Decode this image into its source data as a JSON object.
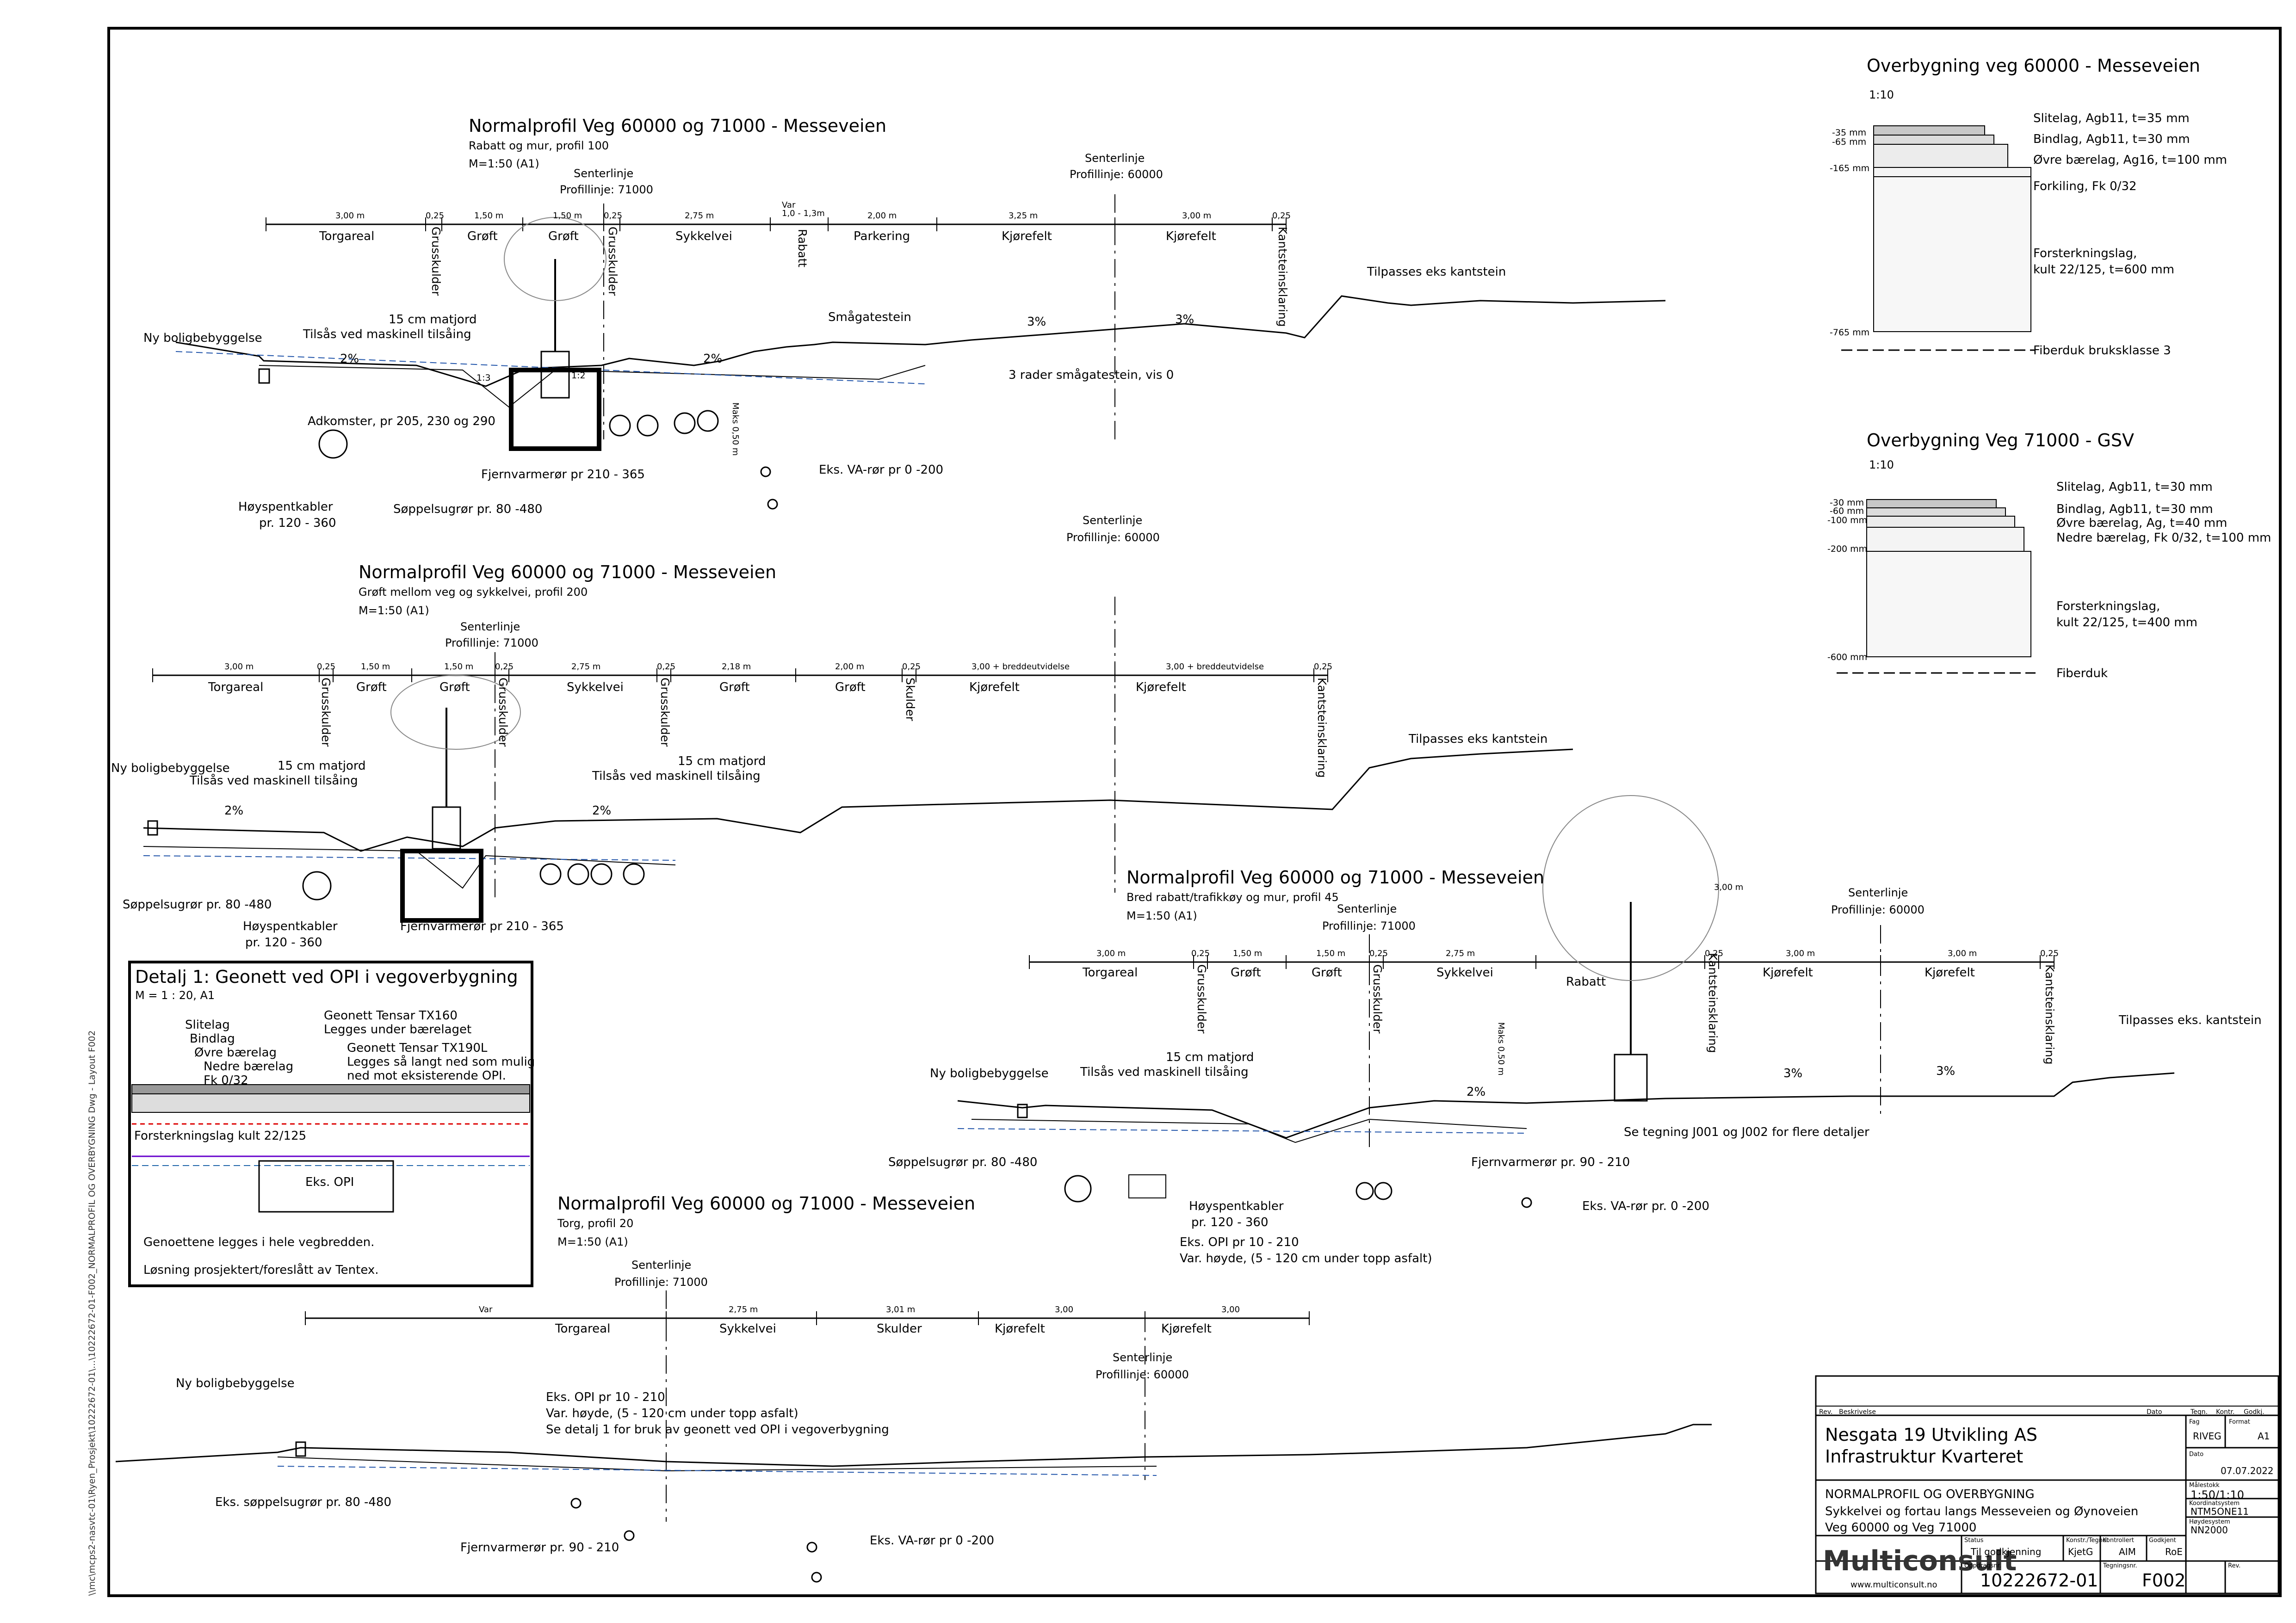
{
  "side_text": "\\\\mc\\mcps2-nasvtc-01\\Ryen_Prosjekt\\10222672-01\\...\\10222672-01-F002_NORMALPROFIL OG OVERBYGNING Dwg - Layout F002",
  "profile100": {
    "title": "Normalprofil Veg 60000 og 71000 - Messeveien",
    "sub1": "Rabatt og mur, profil 100",
    "sub2": "M=1:50 (A1)",
    "center1": "Senterlinje",
    "center1b": "Profillinje: 71000",
    "center2": "Senterlinje",
    "center2b": "Profillinje: 60000",
    "dims": [
      "3,00 m",
      "0,25",
      "1,50 m",
      "1,50 m",
      "0,25",
      "2,75 m",
      "Var\n1,0 - 1,3m",
      "2,00 m",
      "3,25 m",
      "3,00 m",
      "0,25"
    ],
    "zones": [
      "Torgareal",
      "Grøft",
      "Grøft",
      "Sykkelvei",
      "Parkering",
      "Kjørefelt",
      "Kjørefelt"
    ],
    "verts": [
      "Grusskulder",
      "Grusskulder",
      "Rabatt",
      "Kantsteinsklaring"
    ],
    "notes": {
      "ny_bolig": "Ny boligbebyggelse",
      "matjord": "15 cm matjord",
      "tilsaas": "Tilsås ved maskinell tilsåing",
      "smaagate": "Smågatestein",
      "tilpasses": "Tilpasses eks kantstein",
      "tre_rader": "3 rader smågatestein, vis 0",
      "adkomster": "Adkomster, pr 205, 230 og 290",
      "fjernvarme": "Fjernvarmerør pr 210 - 365",
      "eks_va": "Eks. VA-rør pr 0 -200",
      "hoyspent": "Høyspentkabler",
      "hoyspent_pr": "pr. 120 - 360",
      "soppel": "Søppelsugrør pr. 80 -480",
      "maks": "Maks 0,50 m",
      "pct1": "3%",
      "pct2": "3%",
      "pct3": "2%",
      "pct4": "2%",
      "slope1": "1:3",
      "slope2": "1:2"
    }
  },
  "profile200": {
    "title": "Normalprofil Veg 60000 og 71000 - Messeveien",
    "sub1": "Grøft mellom veg og sykkelvei, profil 200",
    "sub2": "M=1:50 (A1)",
    "center1": "Senterlinje",
    "center1b": "Profillinje: 71000",
    "center2": "Senterlinje",
    "center2b": "Profillinje: 60000",
    "dims": [
      "3,00 m",
      "0,25",
      "1,50 m",
      "1,50 m",
      "0,25",
      "2,75 m",
      "0,25",
      "2,18 m",
      "2,00 m",
      "0,25",
      "3,00 + breddeutvidelse",
      "3,00 + breddeutvidelse",
      "0,25"
    ],
    "zones": [
      "Torgareal",
      "Grøft",
      "Grøft",
      "Sykkelvei",
      "Grøft",
      "Grøft",
      "Kjørefelt",
      "Kjørefelt"
    ],
    "verts": [
      "Grusskulder",
      "Grusskulder",
      "Grusskulder",
      "Skulder",
      "Kantsteinsklaring"
    ],
    "notes": {
      "ny_bolig": "Ny boligbebyggelse",
      "matjord1": "15 cm matjord",
      "tilsaas1": "Tilsås ved maskinell tilsåing",
      "matjord2": "15 cm matjord",
      "tilsaas2": "Tilsås ved maskinell tilsåing",
      "tilpasses": "Tilpasses eks kantstein",
      "soppel": "Søppelsugrør pr. 80 -480",
      "hoyspent": "Høyspentkabler",
      "hoyspent_pr": "pr. 120 - 360",
      "fjernvarme": "Fjernvarmerør pr 210 - 365",
      "pct1": "2%",
      "pct2": "2%"
    }
  },
  "profile45": {
    "title": "Normalprofil Veg 60000 og 71000 - Messeveien",
    "sub1": "Bred rabatt/trafikkøy og mur, profil 45",
    "sub2": "M=1:50 (A1)",
    "center1": "Senterlinje",
    "center1b": "Profillinje: 71000",
    "center2": "Senterlinje",
    "center2b": "Profillinje: 60000",
    "dims": [
      "3,00 m",
      "0,25",
      "1,50 m",
      "1,50 m",
      "0,25",
      "2,75 m",
      "3,00 m",
      "0,25",
      "3,00 m",
      "3,00 m",
      "0,25"
    ],
    "zones": [
      "Torgareal",
      "Grøft",
      "Grøft",
      "Sykkelvei",
      "Rabatt",
      "Kjørefelt",
      "Kjørefelt"
    ],
    "verts": [
      "Grusskulder",
      "Grusskulder",
      "Kantsteinsklaring",
      "Kantsteinsklaring"
    ],
    "notes": {
      "ny_bolig": "Ny boligbebyggelse",
      "matjord": "15 cm matjord",
      "tilsaas": "Tilsås ved maskinell tilsåing",
      "tilpasses": "Tilpasses eks. kantstein",
      "se_tegning": "Se tegning J001 og J002 for flere detaljer",
      "fjernvarme": "Fjernvarmerør pr. 90 - 210",
      "soppel": "Søppelsugrør pr. 80 -480",
      "hoyspent": "Høyspentkabler",
      "hoyspent_pr": "pr. 120 - 360",
      "eks_opi": "Eks. OPI pr 10 - 210",
      "var_hoyde": "Var. høyde, (5 - 120 cm under topp asfalt)",
      "eks_va": "Eks. VA-rør pr. 0 -200",
      "maks": "Maks 0,50 m",
      "pct1": "2%",
      "pct2": "3%",
      "pct3": "3%"
    }
  },
  "profile20": {
    "title": "Normalprofil Veg 60000 og 71000 - Messeveien",
    "sub1": "Torg, profil 20",
    "sub2": "M=1:50 (A1)",
    "center1": "Senterlinje",
    "center1b": "Profillinje: 71000",
    "center2": "Senterlinje",
    "center2b": "Profillinje: 60000",
    "dims": [
      "Var",
      "2,75 m",
      "3,01 m",
      "3,00",
      "3,00"
    ],
    "zones": [
      "Torgareal",
      "Sykkelvei",
      "Skulder",
      "Kjørefelt",
      "Kjørefelt"
    ],
    "notes": {
      "ny_bolig": "Ny boligbebyggelse",
      "eks_opi": "Eks. OPI pr 10 - 210",
      "var_hoyde": "Var. høyde, (5 - 120 cm under topp asfalt)",
      "se_detalj": "Se detalj 1 for bruk av geonett ved OPI i vegoverbygning",
      "soppel": "Eks. søppelsugrør pr. 80 -480",
      "fjernvarme": "Fjernvarmerør pr. 90 - 210",
      "eks_va": "Eks. VA-rør pr 0 -200"
    }
  },
  "detail1": {
    "title": "Detalj 1: Geonett ved OPI i vegoverbygning",
    "scale": "M = 1 : 20, A1",
    "layers": [
      "Slitelag",
      "Bindlag",
      "Øvre bærelag",
      "Nedre bærelag",
      "Fk 0/32"
    ],
    "geonett1": "Geonett Tensar TX160",
    "geonett1b": "Legges under bærelaget",
    "geonett2": "Geonett Tensar TX190L",
    "geonett2b": "Legges så langt ned som mulig",
    "geonett2c": "ned mot eksisterende OPI.",
    "forsterkning": "Forsterkningslag kult 22/125",
    "eks_opi": "Eks. OPI",
    "note1": "Genoettene legges i hele vegbredden.",
    "note2": "Løsning prosjektert/foreslått av Tentex."
  },
  "overbygning60000": {
    "title": "Overbygning veg 60000 - Messeveien",
    "scale": "1:10",
    "depths": [
      "-35 mm",
      "-65 mm",
      "-165 mm",
      "-765 mm"
    ],
    "layers": [
      "Slitelag, Agb11, t=35 mm",
      "Bindlag, Agb11, t=30 mm",
      "Øvre bærelag, Ag16, t=100 mm",
      "Forkiling, Fk 0/32",
      "Forsterkningslag,",
      "kult 22/125, t=600 mm",
      "Fiberduk bruksklasse 3"
    ]
  },
  "overbygning71000": {
    "title": "Overbygning Veg 71000 - GSV",
    "scale": "1:10",
    "depths": [
      "-30 mm",
      "-60 mm",
      "-100 mm",
      "-200 mm",
      "-600 mm"
    ],
    "layers": [
      "Slitelag, Agb11, t=30 mm",
      "Bindlag, Agb11, t=30 mm",
      "Øvre bærelag, Ag, t=40 mm",
      "Nedre bærelag, Fk 0/32, t=100 mm",
      "Forsterkningslag,",
      "kult 22/125, t=400 mm",
      "Fiberduk"
    ]
  },
  "titleblock": {
    "rev": "Rev.",
    "beskrivelse": "Beskrivelse",
    "dato_col": "Dato",
    "tegn_col": "Tegn.",
    "kontr_col": "Kontr.",
    "godkj_col": "Godkj.",
    "client1": "Nesgata 19 Utvikling AS",
    "client2": "Infrastruktur Kvarteret",
    "fag_label": "Fag",
    "fag": "RIVEG",
    "format_label": "Format",
    "format": "A1",
    "dato_label": "Dato",
    "dato": "07.07.2022",
    "desc1": "NORMALPROFIL OG OVERBYGNING",
    "desc2": "Sykkelvei og fortau langs Messeveien og Øynoveien",
    "desc3": "Veg 60000 og Veg 71000",
    "malestokk_label": "Målestokk",
    "malestokk": "1:50/1:10",
    "koord_label": "Koordinatsystem",
    "koord": "NTM5ONE11",
    "hoyde_label": "Høydesystem",
    "hoyde": "NN2000",
    "logo": "Multiconsult",
    "web": "www.multiconsult.no",
    "status_label": "Status",
    "status": "Til godkjenning",
    "konstr_label": "Konstr./Tegnet",
    "konstr": "KjetG",
    "kontrollert_label": "Kontrollert",
    "kontrollert": "AIM",
    "godkjent_label": "Godkjent",
    "godkjent": "RoE",
    "oppdrag_label": "Oppdragsnr.",
    "oppdrag": "10222672-01",
    "tegning_label": "Tegningsnr.",
    "tegning": "F002",
    "rev_label": "Rev."
  }
}
